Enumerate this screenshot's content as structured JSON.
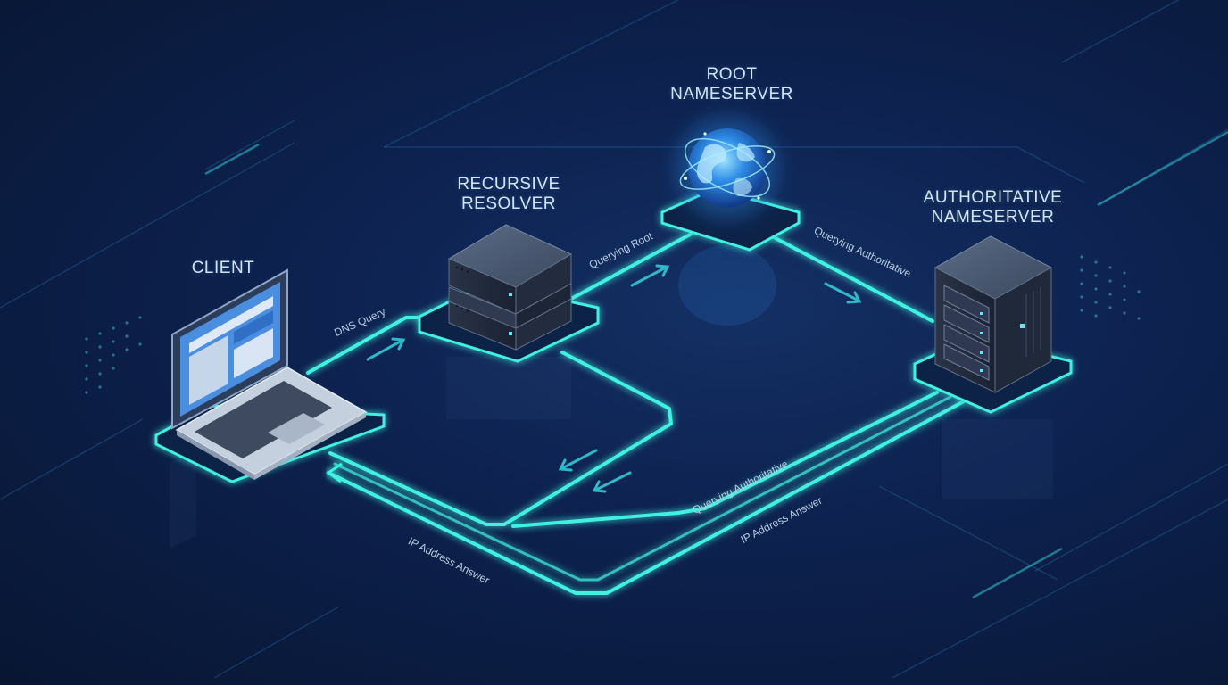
{
  "nodes": {
    "client": {
      "label": "CLIENT"
    },
    "resolver": {
      "label_line1": "RECURSIVE",
      "label_line2": "RESOLVER"
    },
    "root": {
      "label_line1": "ROOT",
      "label_line2": "NAMESERVER"
    },
    "authoritative": {
      "label_line1": "AUTHORITATIVE",
      "label_line2": "NAMESERVER"
    }
  },
  "flows": {
    "dns_query": "DNS Query",
    "querying_root": "Querying Root",
    "querying_authoritative_top": "Querying Authoritative",
    "querying_authoritative_bottom": "Querying Authoritative",
    "ip_answer_left": "IP Address Answer",
    "ip_answer_right": "IP Address Answer"
  },
  "colors": {
    "background": "#0a1a3a",
    "glow": "#3ff0e0",
    "label": "#d4e4f4"
  }
}
